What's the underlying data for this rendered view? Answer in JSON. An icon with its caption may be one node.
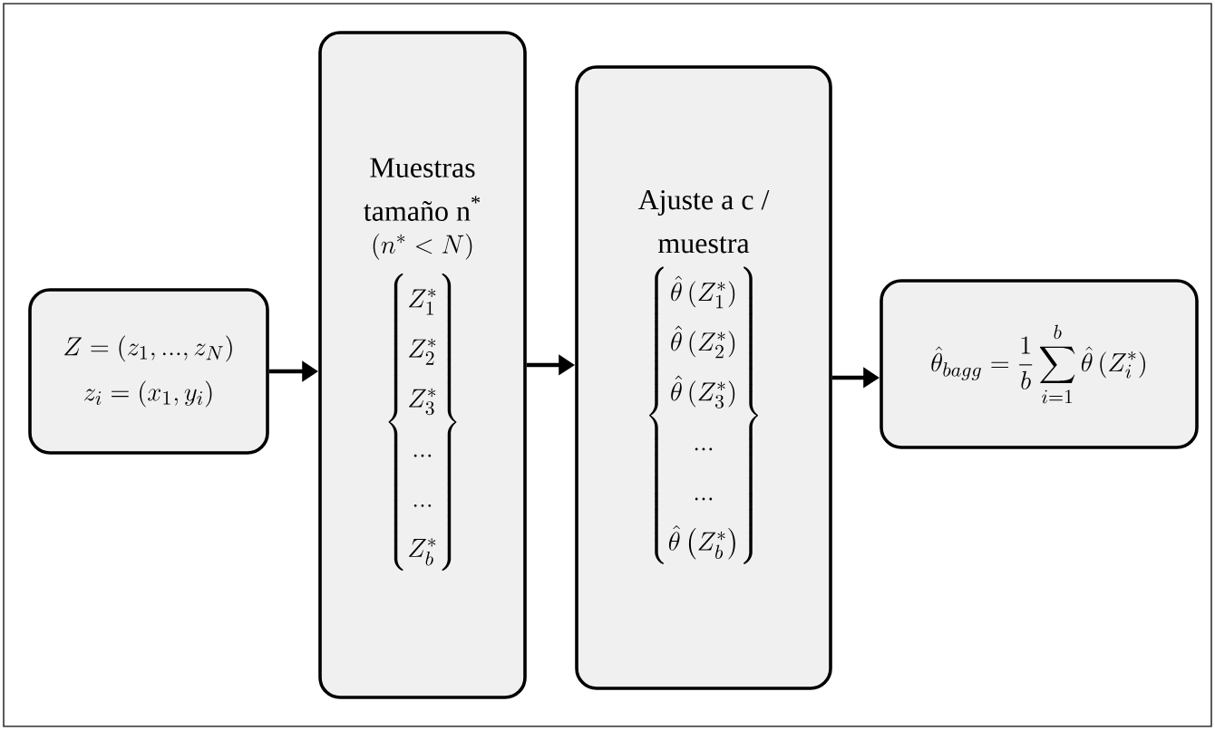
{
  "diagram": {
    "nodes": [
      {
        "text": [
          "Z=\\left(z_1,...,z_N\\right)",
          "z_i=\\left(x_1,y_i\\right)"
        ]
      },
      {
        "text": [
          "Muestras tamaño n$^{*}$",
          "\\left(n^*<N\\right)",
          "\\left\\{\\begin{matrix}Z_1^*\\\\Z_2^*\\\\Z_3^*\\\\...\\\\...\\\\Z_b^*\\end{matrix}\\right\\}"
        ]
      },
      {
        "text": [
          "Ajuste a c / muestra",
          "\\left\\{\\begin{matrix}\\hat{\\theta}\\left(Z_1^*\\right)\\\\\\hat{\\theta}\\left(Z_2^*\\right)\\\\\\hat{\\theta}\\left(Z_3^*\\right)\\\\...\\\\...\\\\\\hat{\\theta}\\left(Z_b^*\\right)\\end{matrix}\\right\\}"
        ]
      },
      {
        "text": [
          "\\hat{\\theta}_{bagg}=\\frac{1}{b}\\sum_{i=1}^{b}\\hat{\\theta}\\left(Z_i^*\\right)"
        ]
      }
    ],
    "edges": [
      {
        "from": 0,
        "to": 1,
        "arrow": "to"
      },
      {
        "from": 1,
        "to": 2,
        "arrow": "to"
      },
      {
        "from": 2,
        "to": 3,
        "arrow": "to"
      }
    ]
  }
}
